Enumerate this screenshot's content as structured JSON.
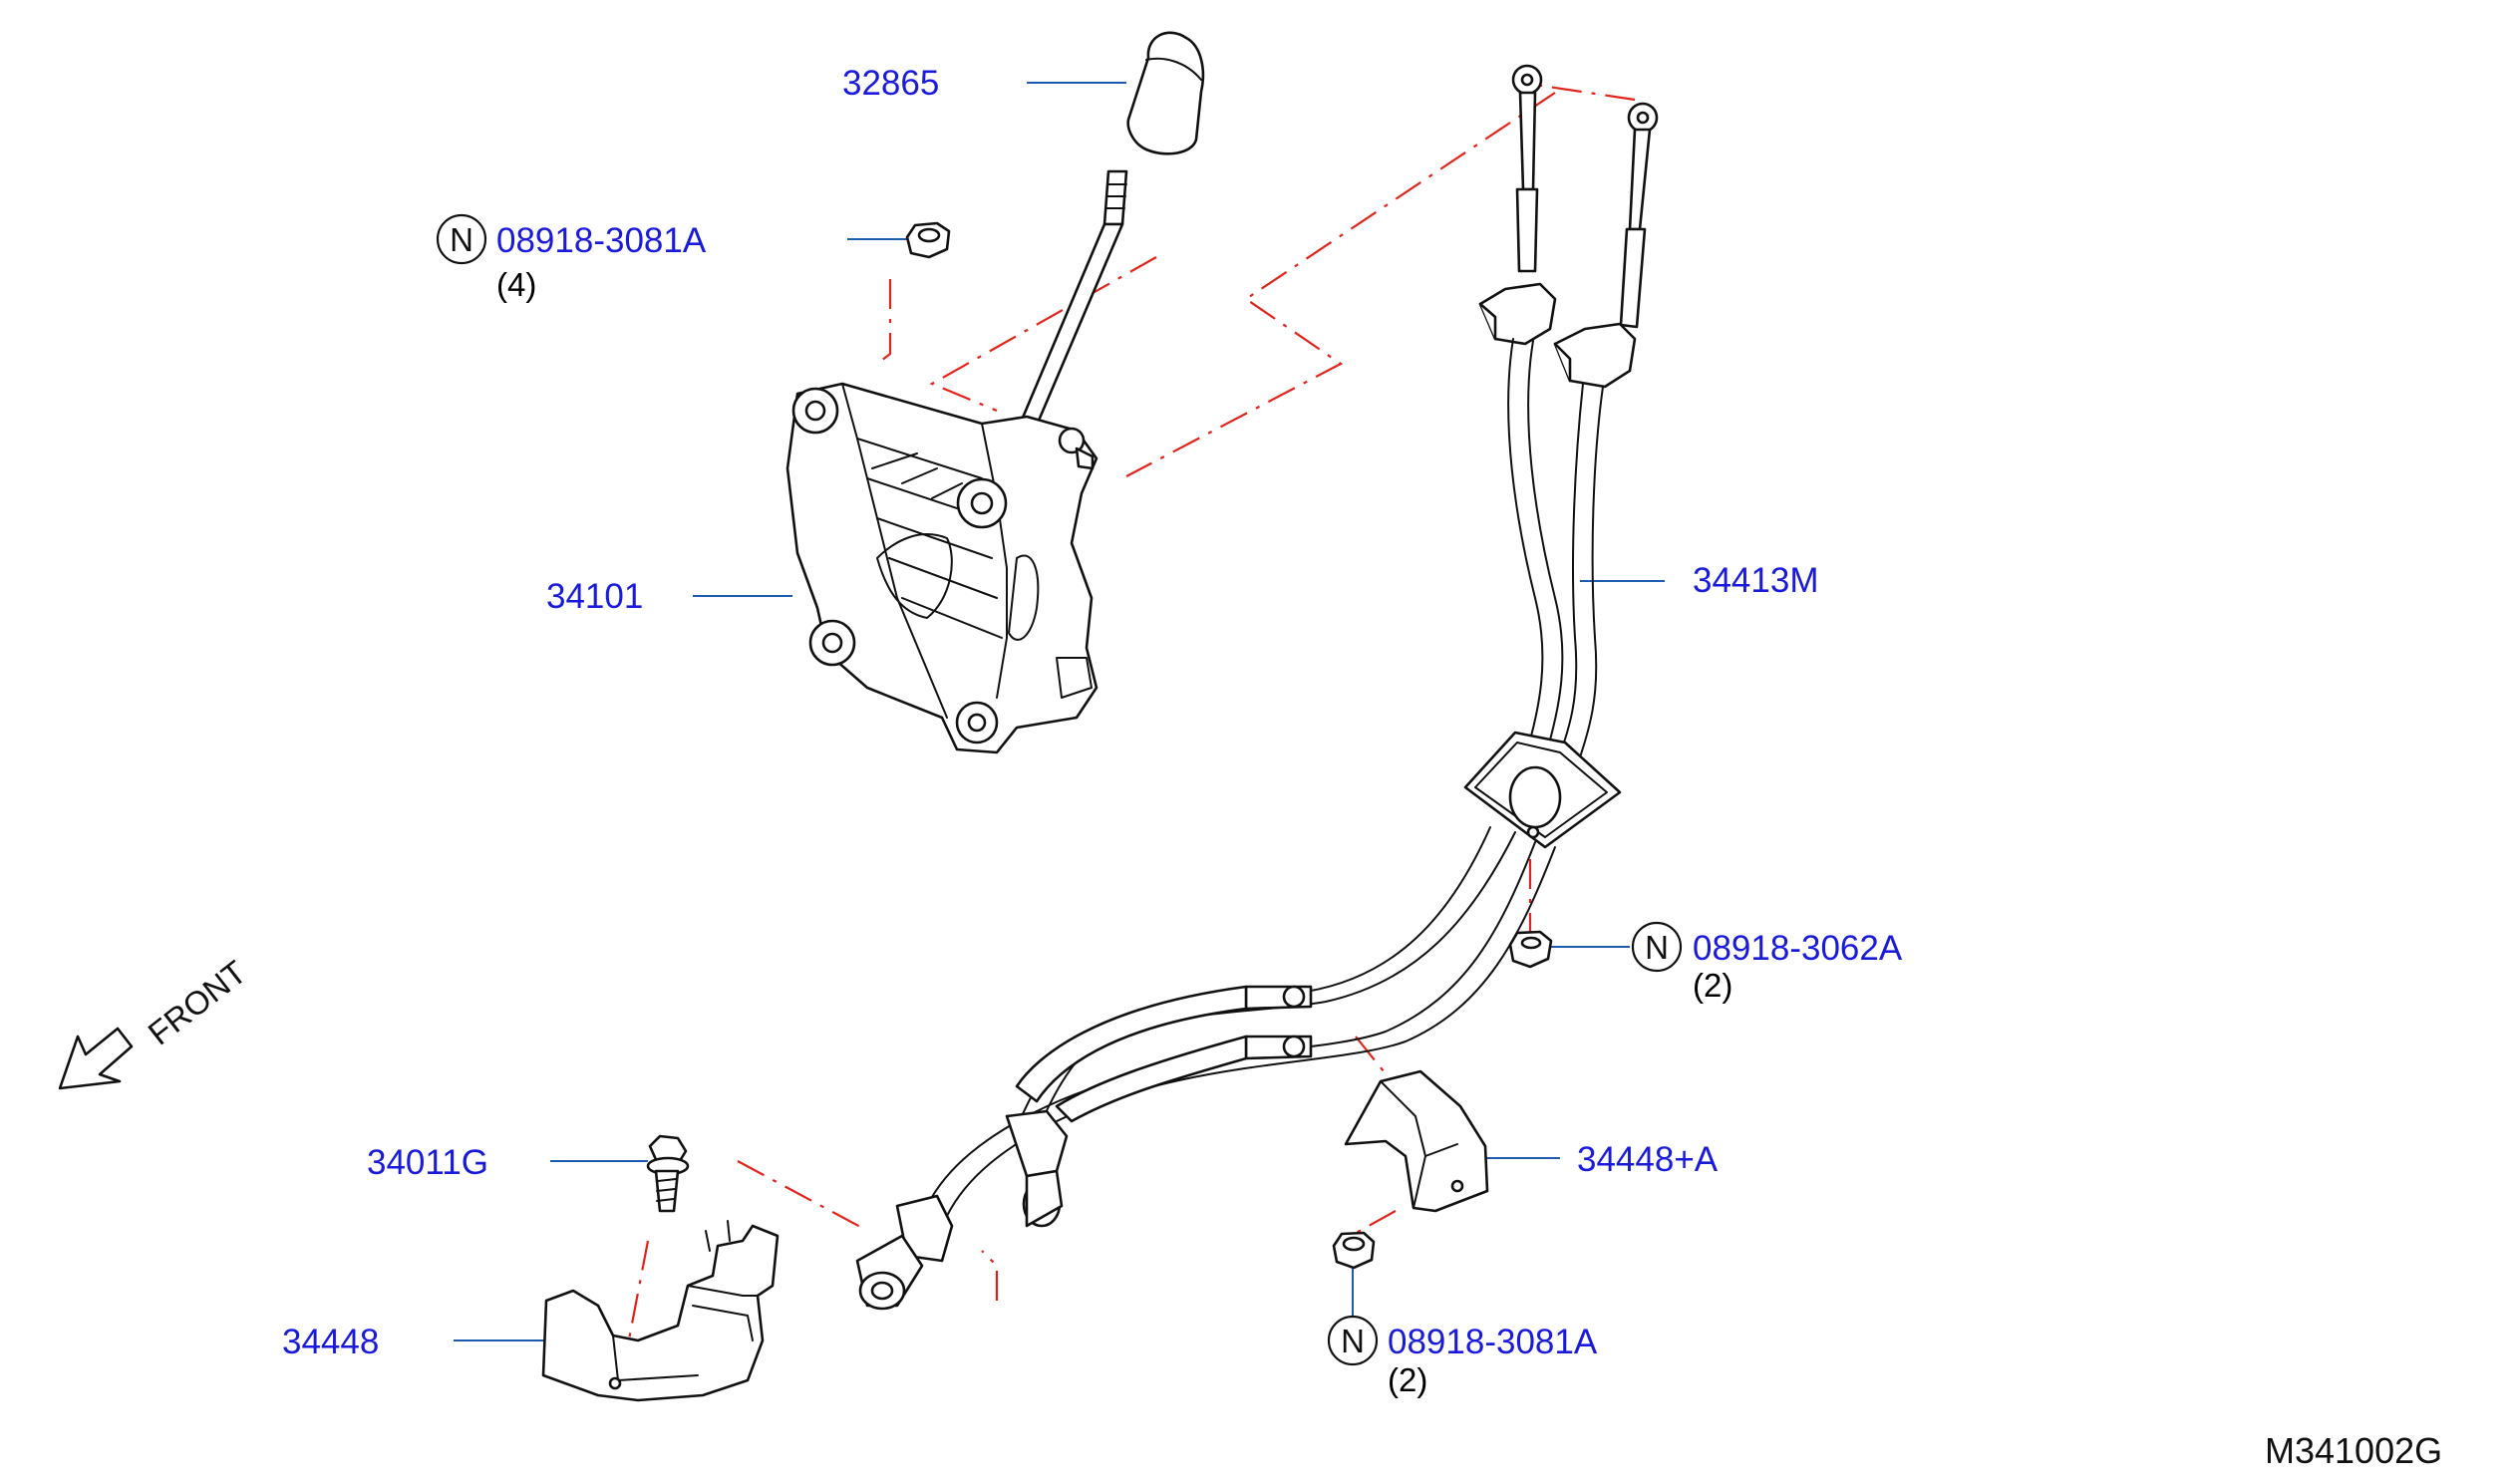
{
  "diagram": {
    "code": "M341002G",
    "direction_label": "FRONT",
    "callouts": [
      {
        "id": "knob",
        "part_no": "32865"
      },
      {
        "id": "nut-top",
        "prefix": "N",
        "part_no": "08918-3081A",
        "qty": "(4)"
      },
      {
        "id": "shifter",
        "part_no": "34101"
      },
      {
        "id": "cable",
        "part_no": "34413M"
      },
      {
        "id": "nut-grommet",
        "prefix": "N",
        "part_no": "08918-3062A",
        "qty": "(2)"
      },
      {
        "id": "bracket-a",
        "part_no": "34448+A"
      },
      {
        "id": "bolt",
        "part_no": "34011G"
      },
      {
        "id": "bracket",
        "part_no": "34448"
      },
      {
        "id": "nut-bottom",
        "prefix": "N",
        "part_no": "08918-3081A",
        "qty": "(2)"
      }
    ]
  },
  "colors": {
    "part_number": "#1a1adc",
    "leader_line": "#1d5bb0",
    "dash_line": "#e2231a",
    "outline": "#111111"
  }
}
